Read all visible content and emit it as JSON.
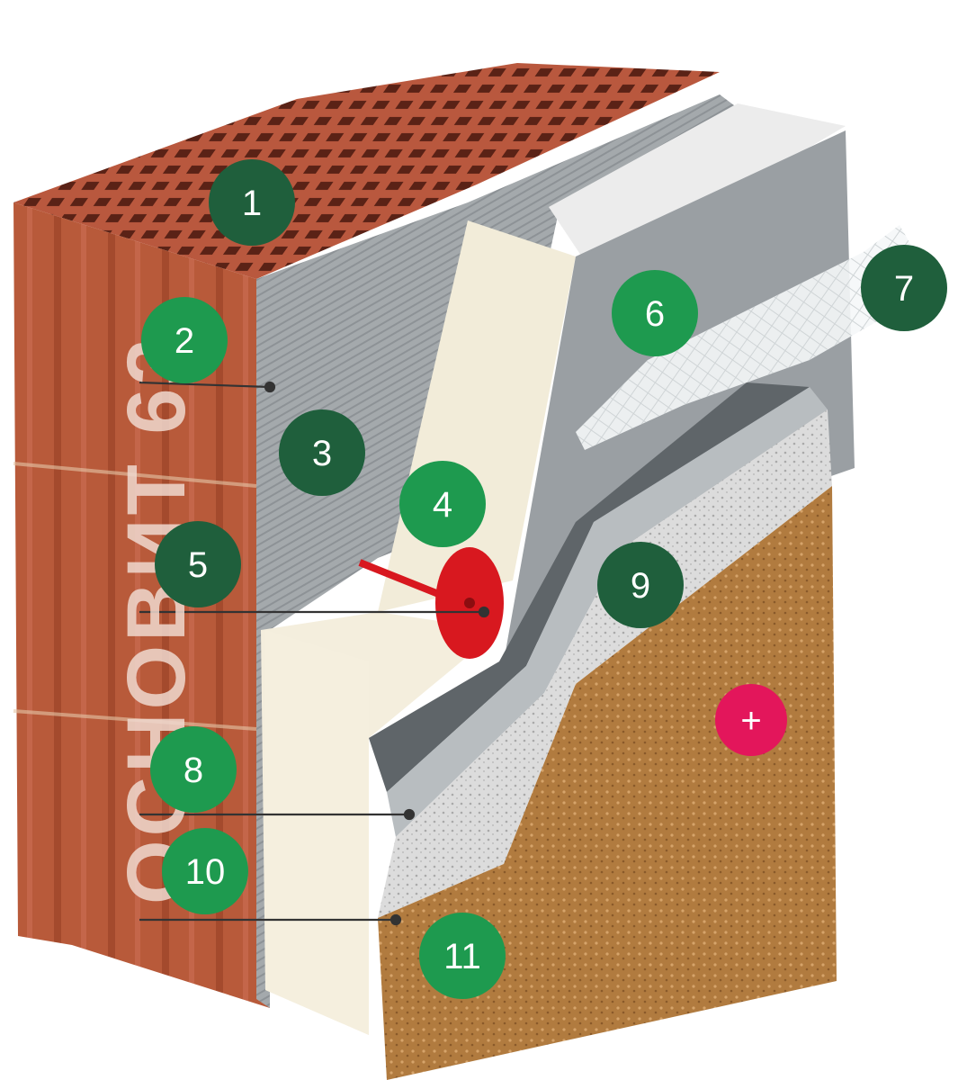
{
  "brand": {
    "text": "ОСНОВИТ 63"
  },
  "markers": [
    {
      "id": "1",
      "kind": "dark"
    },
    {
      "id": "2",
      "kind": "light"
    },
    {
      "id": "3",
      "kind": "dark"
    },
    {
      "id": "4",
      "kind": "light"
    },
    {
      "id": "5",
      "kind": "dark"
    },
    {
      "id": "6",
      "kind": "light"
    },
    {
      "id": "7",
      "kind": "dark"
    },
    {
      "id": "8",
      "kind": "light"
    },
    {
      "id": "9",
      "kind": "dark"
    },
    {
      "id": "10",
      "kind": "light"
    },
    {
      "id": "11",
      "kind": "light"
    },
    {
      "id": "+",
      "kind": "accent"
    }
  ],
  "colors": {
    "dark_badge": "#1f5f3c",
    "light_badge": "#1e9a4f",
    "accent_badge": "#e3165b",
    "brick": "#b8553a",
    "brick_dark": "#8e3b25",
    "adhesive": "#9ea3a6",
    "insulation": "#f1ecdd",
    "base_coat": "#5e6468",
    "primer": "#b7bcbf",
    "plaster": "#dcdcdc",
    "finish": "#b07a3e",
    "dowel": "#d8181f",
    "leader_line": "#333333"
  }
}
